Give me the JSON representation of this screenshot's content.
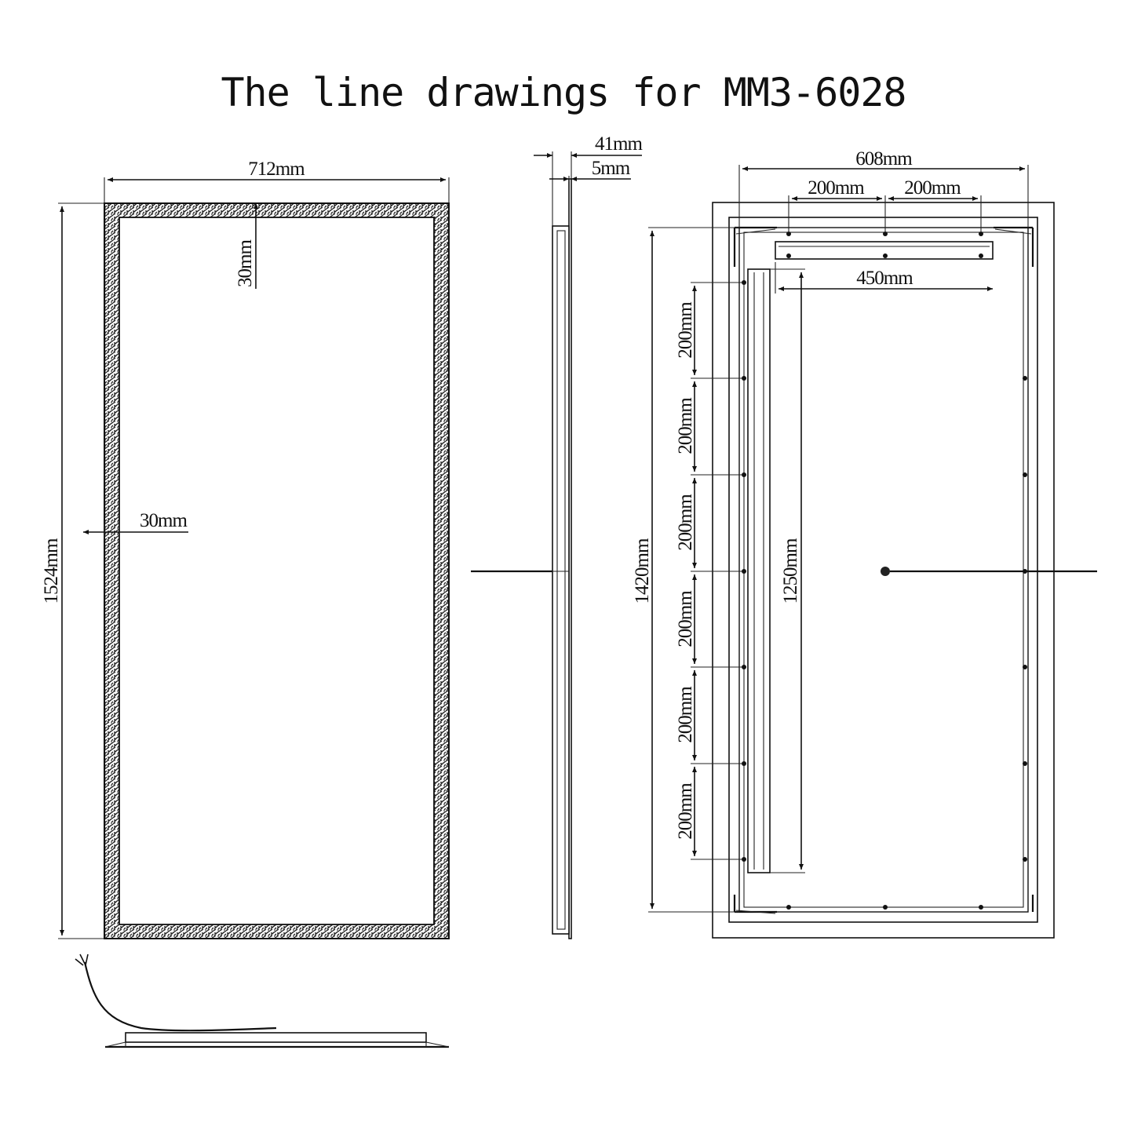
{
  "title": "The line drawings for MM3-6028",
  "front_view": {
    "width_label": "712mm",
    "height_label": "1524mm",
    "top_border_label": "30mm",
    "side_border_label": "30mm"
  },
  "side_view": {
    "depth_label": "41mm",
    "glass_label": "5mm"
  },
  "back_view": {
    "width_label": "608mm",
    "top_spacing_labels": [
      "200mm",
      "200mm"
    ],
    "bar_width_label": "450mm",
    "frame_height_label": "1420mm",
    "bar_height_label": "1250mm",
    "left_spacing_labels": [
      "200mm",
      "200mm",
      "200mm",
      "200mm",
      "200mm",
      "200mm"
    ]
  }
}
